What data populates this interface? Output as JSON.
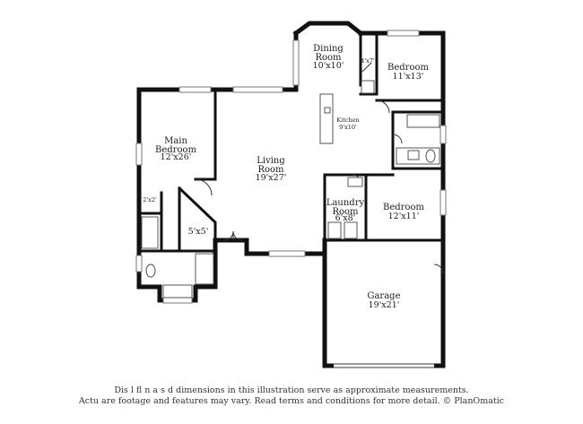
{
  "rooms": {
    "dining": {
      "name": "Dining\nRoom",
      "dim": "10'x10'"
    },
    "bedroom_ne": {
      "name": "Bedroom",
      "dim": "11'x13'"
    },
    "kitchen": {
      "name": "Kitchen",
      "dim": "9'x10'"
    },
    "main_bedroom": {
      "name": "Main\nBedroom",
      "dim": "12'x26'"
    },
    "living": {
      "name": "Living\nRoom",
      "dim": "19'x27'"
    },
    "laundry": {
      "name": "Laundry\nRoom",
      "dim": "6'x8'"
    },
    "bedroom_e": {
      "name": "Bedroom",
      "dim": "12'x11'"
    },
    "closet_main": {
      "name": "",
      "dim": "5'x5'"
    },
    "garage": {
      "name": "Garage",
      "dim": "19'x21'"
    },
    "closet_small_1": {
      "dim": "2'x2'"
    },
    "closet_small_2": {
      "dim": "4'x7'"
    }
  },
  "disclaimer": {
    "line1": "Dis       l   fl     n  a   s   d dimensions in this illustration serve as approximate measurements.",
    "line2": "Actu      are footage and features may vary. Read terms and conditions for more detail. © PlanOmatic"
  }
}
